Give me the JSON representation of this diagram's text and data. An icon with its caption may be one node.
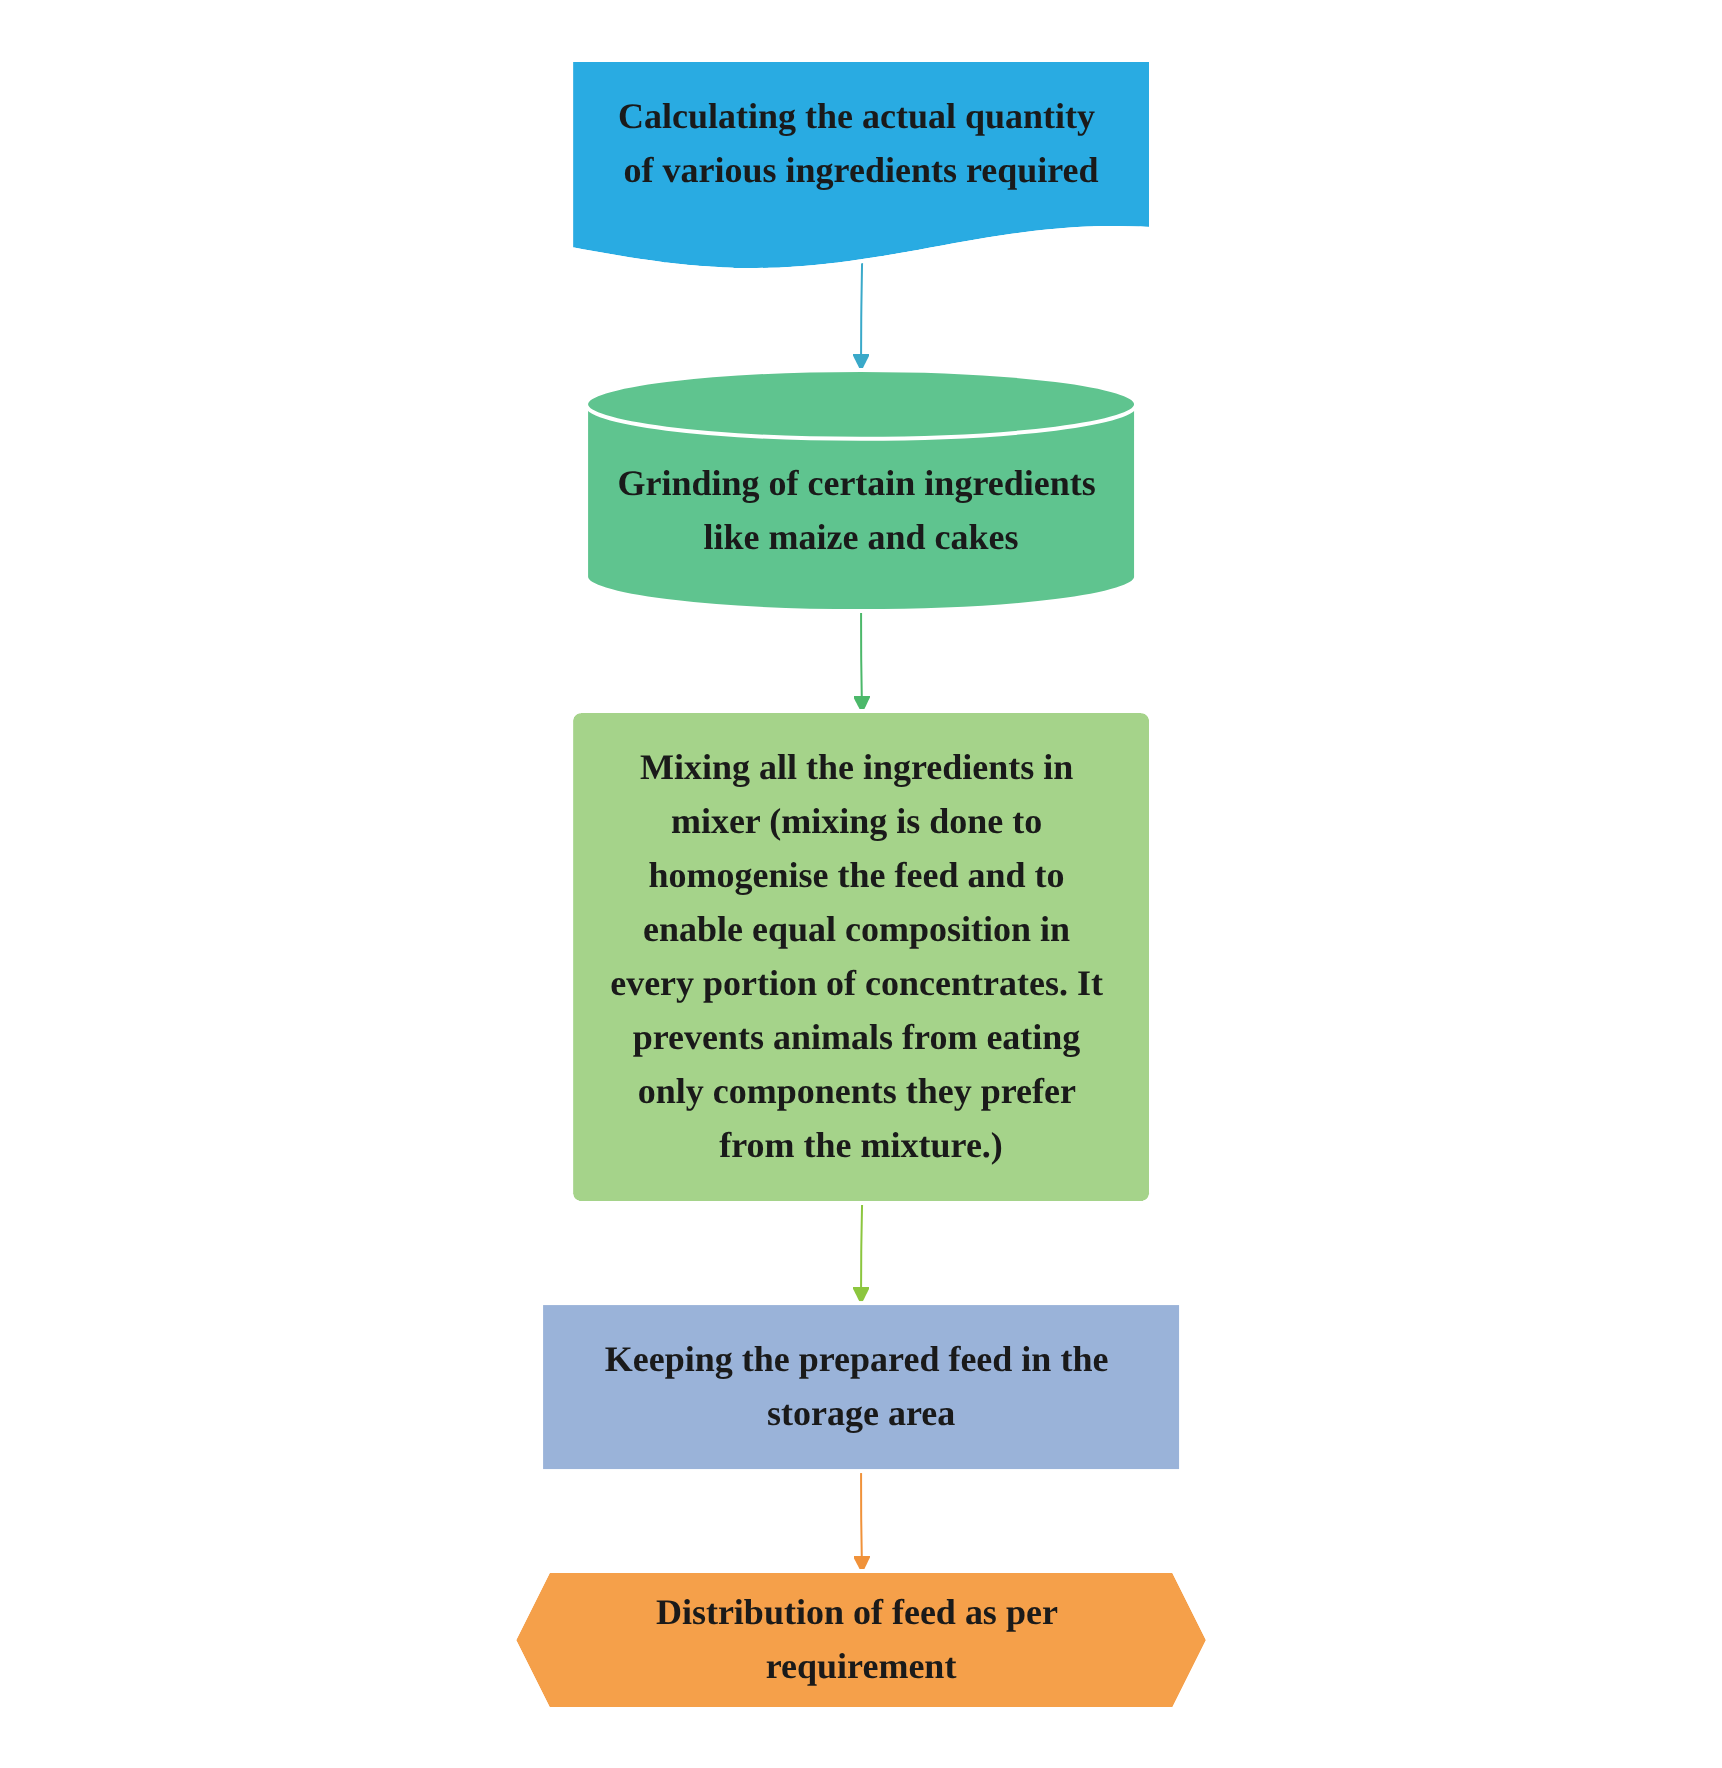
{
  "diagram": {
    "nodes": [
      {
        "text": [
          "Calculating the actual quantity of various ingredients required"
        ]
      },
      {
        "text": [
          "Grinding of certain ingredients like maize and cakes"
        ]
      },
      {
        "text": [
          "Mixing all the ingredients in mixer (mixing is done to homogenise the feed and to enable equal composition in every portion of concentrates. It prevents animals from eating only components they prefer from the mixture.)"
        ]
      },
      {
        "text": [
          "Keeping the prepared feed in the storage area"
        ]
      },
      {
        "text": [
          "Distribution of feed as per requirement"
        ]
      }
    ],
    "edges": [
      {
        "from": 0,
        "to": 1,
        "arrow": "to",
        "color": "#3aa9c9"
      },
      {
        "from": 1,
        "to": 2,
        "arrow": "to",
        "color": "#4cb86a"
      },
      {
        "from": 2,
        "to": 3,
        "arrow": "to",
        "color": "#8cc63f"
      },
      {
        "from": 3,
        "to": 4,
        "arrow": "to",
        "color": "#f0923a"
      }
    ]
  }
}
